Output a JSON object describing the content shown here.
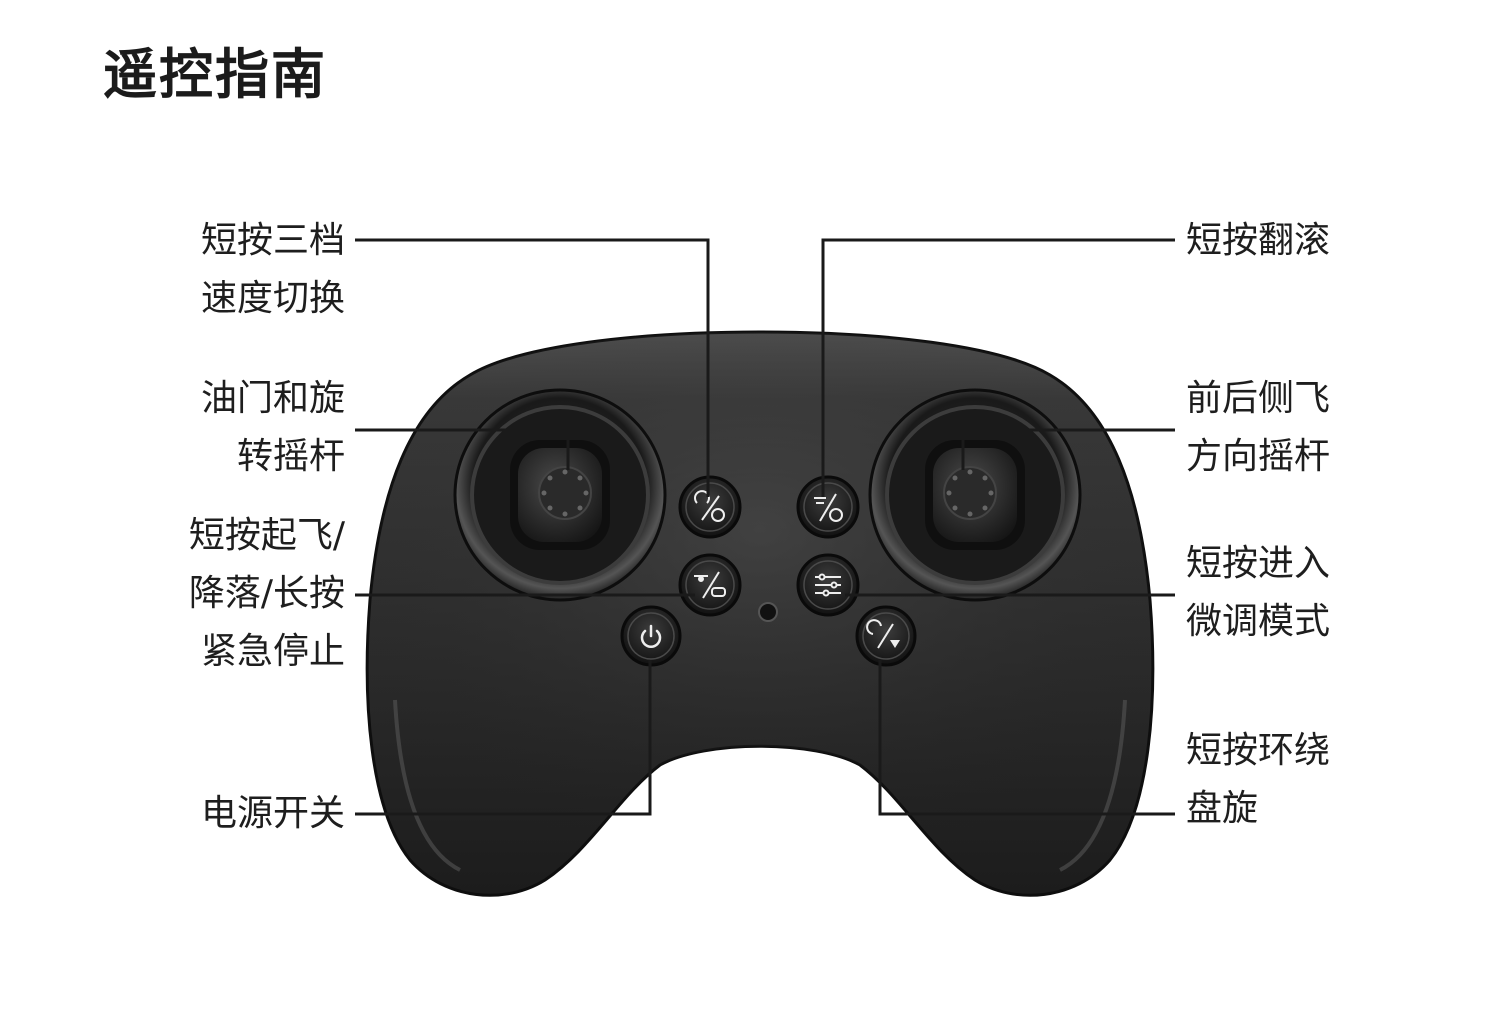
{
  "title": "遥控指南",
  "labels": {
    "speed": [
      "短按三档",
      "速度切换"
    ],
    "throttle_stick": [
      "油门和旋",
      "转摇杆"
    ],
    "takeoff": [
      "短按起飞/",
      "降落/长按",
      "紧急停止"
    ],
    "power": [
      "电源开关"
    ],
    "flip": [
      "短按翻滚"
    ],
    "direction_stick": [
      "前后侧飞",
      "方向摇杆"
    ],
    "trim": [
      "短按进入",
      "微调模式"
    ],
    "orbit": [
      "短按环绕",
      "盘旋"
    ]
  },
  "icons": {
    "speed_button": "speed-dial-icon",
    "flip_button": "drone-flip-icon",
    "takeoff_button": "drone-takeoff-stop-icon",
    "trim_button": "sliders-icon",
    "power_button": "power-icon",
    "orbit_button": "orbit-icon"
  },
  "colors": {
    "controller_body": "#2b2b2b",
    "leader_line": "#1a1a1a",
    "text": "#1e1e1e"
  }
}
